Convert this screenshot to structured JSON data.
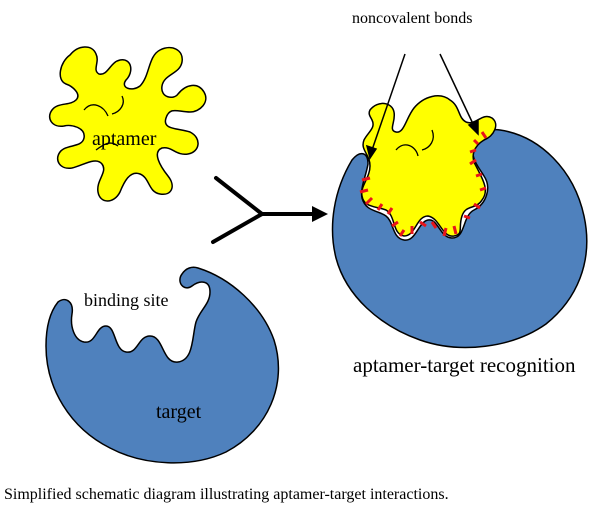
{
  "labels": {
    "aptamer": "aptamer",
    "binding_site": "binding site",
    "target": "target",
    "noncovalent_bonds": "noncovalent bonds",
    "recognition": "aptamer-target recognition"
  },
  "caption": "Simplified schematic diagram illustrating aptamer-target interactions.",
  "colors": {
    "aptamer_fill": "#ffff00",
    "target_fill": "#4f81bd",
    "bond_stripe": "#e8141a",
    "outline": "#000000"
  }
}
